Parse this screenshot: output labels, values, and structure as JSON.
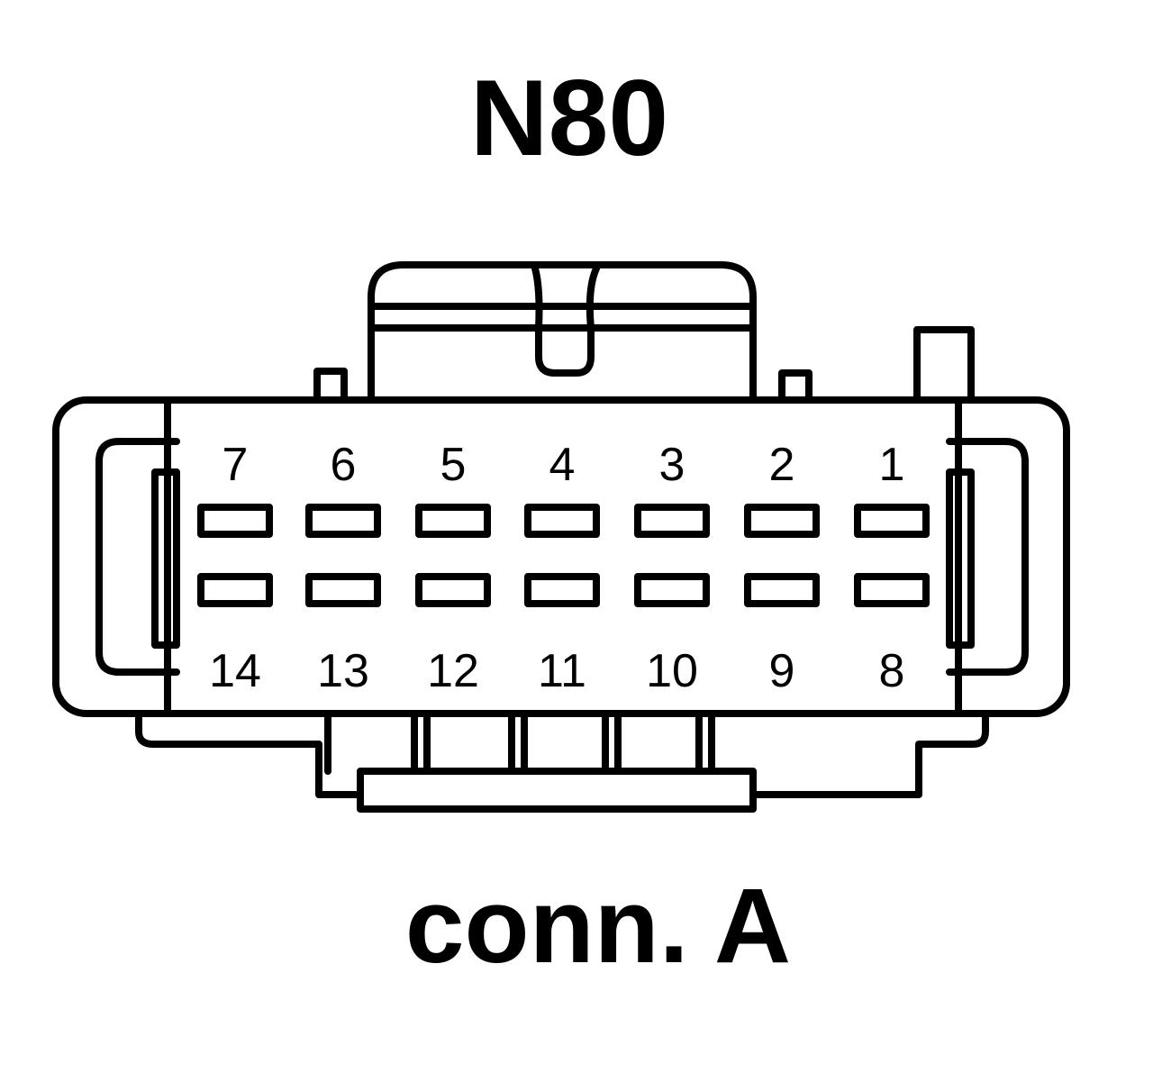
{
  "diagram": {
    "title": "N80",
    "caption": "conn. A",
    "stroke_color": "#000000",
    "background_color": "#ffffff",
    "top_row_pins": [
      "7",
      "6",
      "5",
      "4",
      "3",
      "2",
      "1"
    ],
    "bottom_row_pins": [
      "14",
      "13",
      "12",
      "11",
      "10",
      "9",
      "8"
    ]
  }
}
